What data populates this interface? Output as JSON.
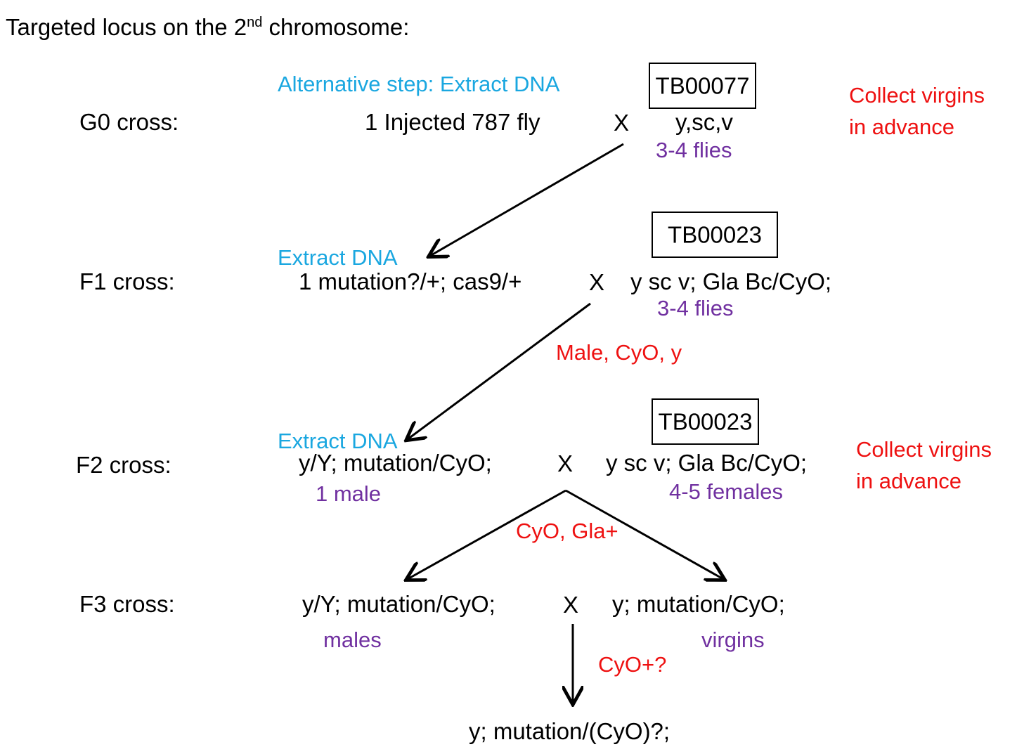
{
  "title": {
    "prefix": "Targeted locus on the 2",
    "superscript": "nd",
    "suffix": " chromosome:"
  },
  "g0": {
    "label": "G0 cross:",
    "alt_step": "Alternative step: Extract DNA",
    "left": "1 Injected 787 fly",
    "cross": "X",
    "stock": "TB00077",
    "right": "y,sc,v",
    "count": "3-4 flies",
    "note_line1": "Collect virgins",
    "note_line2": "in advance"
  },
  "f1": {
    "label": "F1 cross:",
    "extract": "Extract DNA",
    "left": "1 mutation?/+; cas9/+",
    "cross": "X",
    "stock": "TB00023",
    "right": "y sc v; Gla Bc/CyO;",
    "count": "3-4 flies",
    "selection": "Male, CyO, y"
  },
  "f2": {
    "label": "F2 cross:",
    "extract": "Extract DNA",
    "left": "y/Y; mutation/CyO;",
    "left_count": "1 male",
    "cross": "X",
    "stock": "TB00023",
    "right": "y sc v; Gla Bc/CyO;",
    "right_count": "4-5 females",
    "note_line1": "Collect virgins",
    "note_line2": "in advance",
    "selection": "CyO, Gla+"
  },
  "f3": {
    "label": "F3 cross:",
    "left": "y/Y; mutation/CyO;",
    "left_count": "males",
    "cross": "X",
    "right": "y; mutation/CyO;",
    "right_count": "virgins",
    "selection": "CyO+?"
  },
  "result": "y; mutation/(CyO)?;",
  "colors": {
    "blue": "#1aa7e0",
    "red": "#ee1111",
    "purple": "#7030a0",
    "black": "#000000"
  }
}
